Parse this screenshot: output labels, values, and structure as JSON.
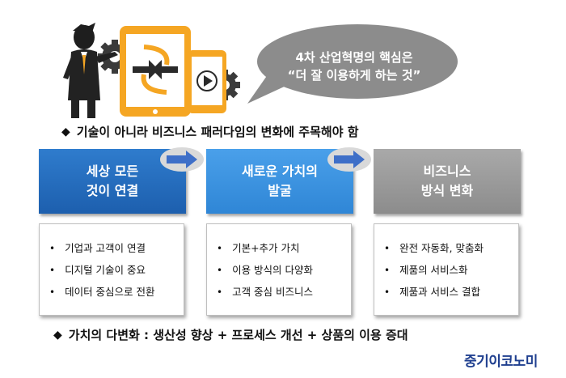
{
  "bubble": {
    "line1": "4차 산업혁명의 핵심은",
    "line2": "“더 잘 이용하게 하는 것”"
  },
  "headline_top": "기술이 아니라 비즈니스 패러다임의 변화에 주목해야 함",
  "headline_bottom": "가치의 다변화 : 생산성 향상 + 프로세스 개선 + 상품의 이용 증대",
  "bullet_symbol": "◆",
  "stages": [
    {
      "title_line1": "세상 모든",
      "title_line2": "것이 연결",
      "color": "#2169bd",
      "items": [
        "기업과 고객이 연결",
        "디지털 기술이 중요",
        "데이터 중심으로 전환"
      ]
    },
    {
      "title_line1": "새로운 가치의",
      "title_line2": "발굴",
      "color": "#3a92e0",
      "items": [
        "기본+추가 가치",
        "이용 방식의 다양화",
        "고객 중심 비즈니스"
      ]
    },
    {
      "title_line1": "비즈니스",
      "title_line2": "방식 변화",
      "color": "#9a9a9a",
      "items": [
        "완전 자동화, 맞춤화",
        "제품의 서비스화",
        "제품과 서비스 결합"
      ]
    }
  ],
  "list_marker": "•",
  "brand": "중기이코노미",
  "colors": {
    "bubble": "#8c8c8c",
    "arrow": "#3e6fc8",
    "accent_orange": "#f5a623",
    "brand": "#1f3f8f"
  },
  "icons": [
    "businessman-icon",
    "gear-icon",
    "phone-icon",
    "swap-arrows-icon",
    "play-icon"
  ]
}
